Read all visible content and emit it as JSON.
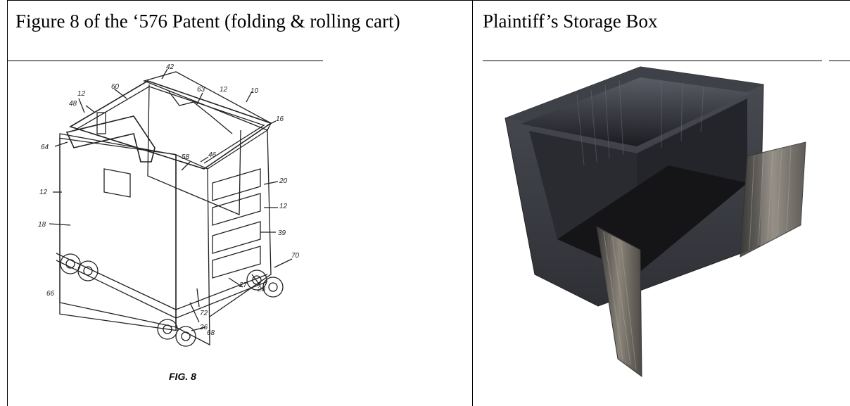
{
  "table": {
    "left_header": "Figure 8 of the ‘576 Patent (folding & rolling cart)",
    "right_header": "Plaintiff’s Storage Box"
  },
  "patent_figure": {
    "caption": "FIG. 8",
    "reference_numerals": [
      "42",
      "60",
      "63",
      "12",
      "10",
      "12",
      "48",
      "16",
      "64",
      "46",
      "58",
      "20",
      "12",
      "12",
      "18",
      "39",
      "70",
      "66",
      "27",
      "28",
      "72",
      "26",
      "68"
    ]
  }
}
